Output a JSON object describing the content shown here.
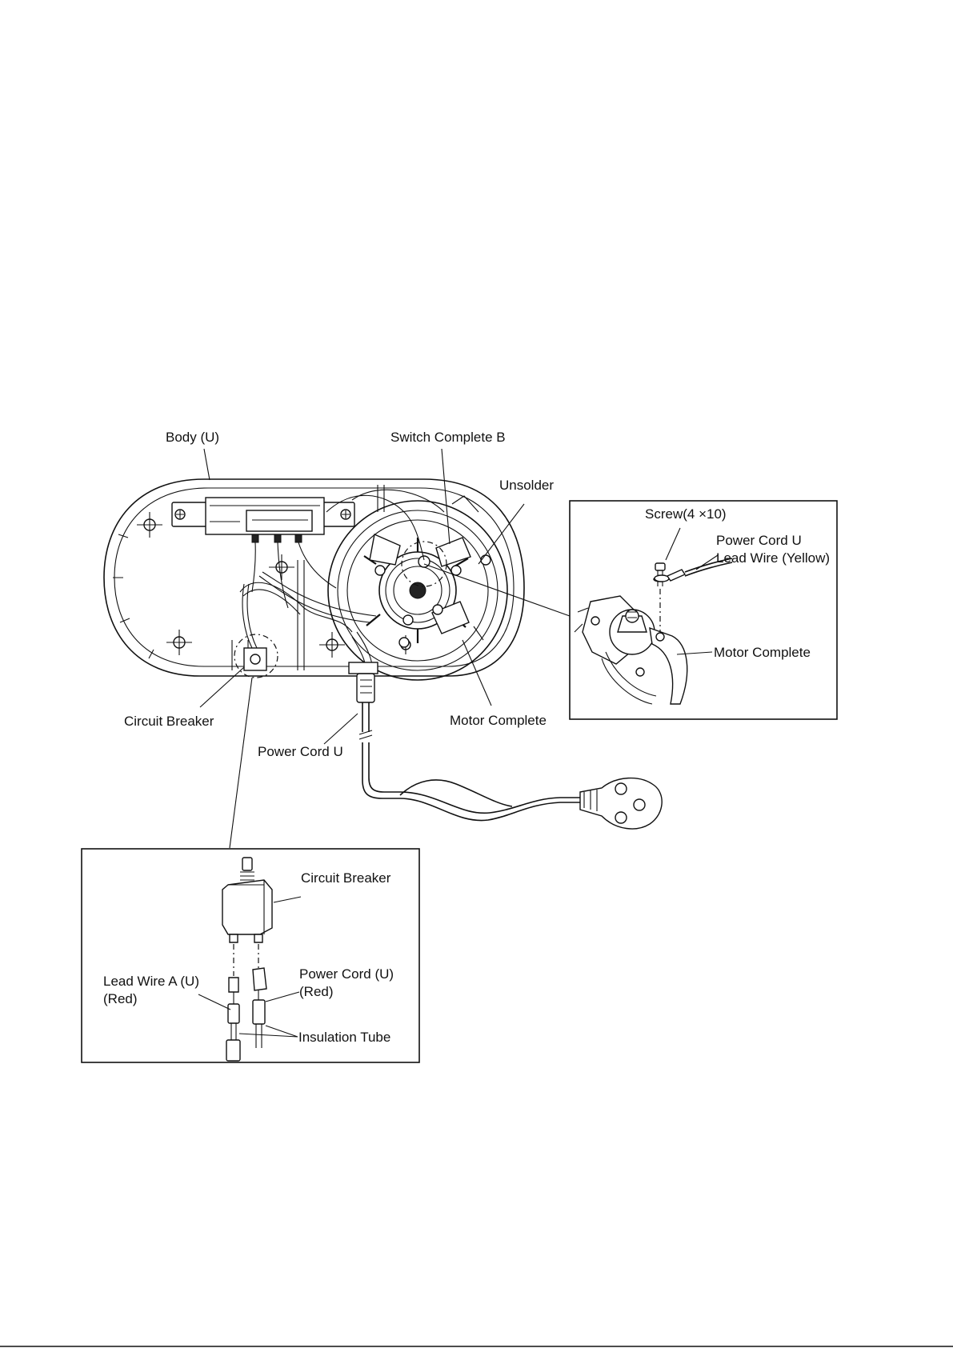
{
  "labels": {
    "body_u": "Body (U)",
    "switch_complete_b": "Switch Complete B",
    "unsolder": "Unsolder",
    "circuit_breaker_main": "Circuit Breaker",
    "power_cord_u_main": "Power Cord U",
    "motor_complete_main": "Motor Complete"
  },
  "detail_motor": {
    "screw": "Screw(4 ×10)",
    "power_cord_line1": "Power Cord U",
    "power_cord_line2": "Lead Wire (Yellow)",
    "motor_complete": "Motor Complete"
  },
  "detail_breaker": {
    "circuit_breaker": "Circuit Breaker",
    "lead_wire_line1": "Lead Wire A (U)",
    "lead_wire_line2": "(Red)",
    "power_cord_line1": "Power Cord (U)",
    "power_cord_line2": "(Red)",
    "insulation_tube": "Insulation Tube"
  }
}
